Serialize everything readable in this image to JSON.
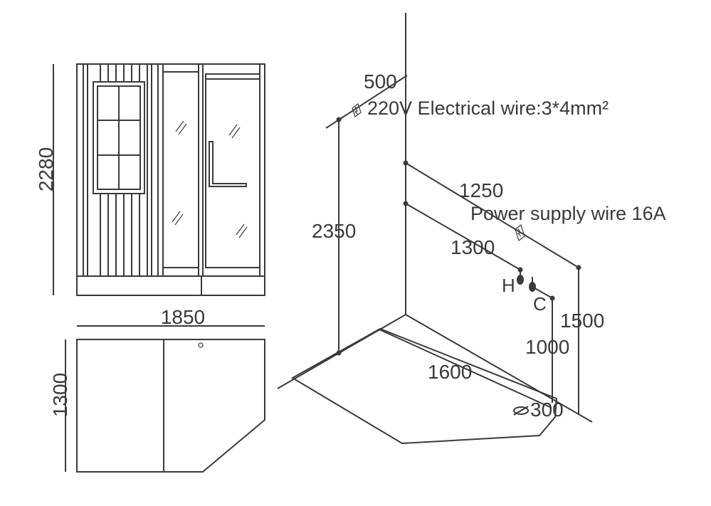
{
  "front_view": {
    "height_dim": "2280",
    "width_dim": "1850"
  },
  "top_view": {
    "depth_dim": "1300"
  },
  "install": {
    "dim_500": "500",
    "electrical_label": "220V Electrical wire:3*4mm²",
    "dim_1250": "1250",
    "power_label": "Power supply wire 16A",
    "dim_1300": "1300",
    "dim_2350": "2350",
    "hot_label": "H",
    "cold_label": "C",
    "dim_1500": "1500",
    "dim_1000": "1000",
    "dim_1600": "1600",
    "drain_dim": "300",
    "drain_symbol": "⌀"
  }
}
